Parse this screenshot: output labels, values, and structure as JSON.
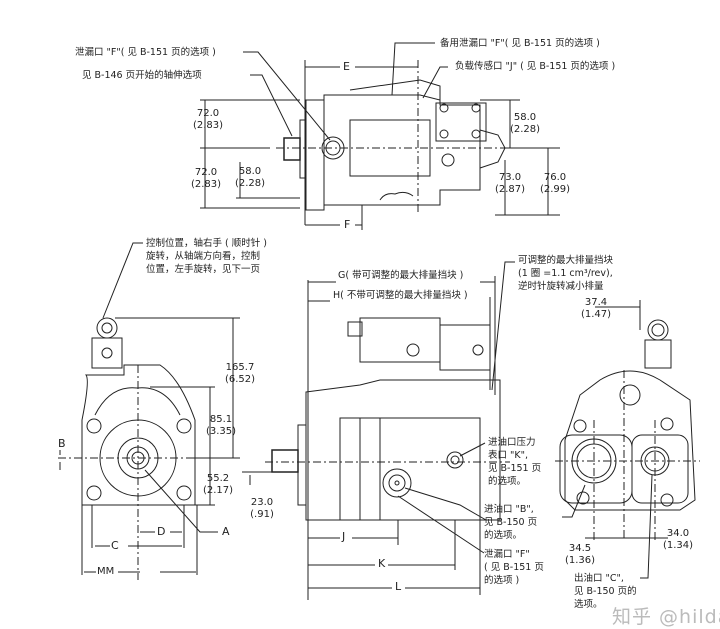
{
  "top_view": {
    "callout_drain_f": "泄漏口 \"F\"( 见 B-151 页的选项 )",
    "callout_shaft": "见 B-146 页开始的轴伸选项",
    "callout_alt_drain": "备用泄漏口 \"F\"( 见 B-151 页的选项 )",
    "callout_load_sense": "负载传感口 \"J\" ( 见 B-151 页的选项 )",
    "dim_E": "E",
    "dim_F": "F",
    "dim_upper_left": {
      "mm": "72.0",
      "in": "(2.83)"
    },
    "dim_lower_left": {
      "mm": "72.0",
      "in": "(2.83)"
    },
    "dim_left_inner": {
      "mm": "58.0",
      "in": "(2.28)"
    },
    "dim_right_upper": {
      "mm": "58.0",
      "in": "(2.28)"
    },
    "dim_right_73": {
      "mm": "73.0",
      "in": "(2.87)"
    },
    "dim_right_76": {
      "mm": "76.0",
      "in": "(2.99)"
    }
  },
  "front_view": {
    "callout_control": [
      "控制位置，轴右手 ( 顺时针 )",
      "旋转，从轴端方向看，控制",
      "位置，左手旋转，见下一页"
    ],
    "dim_165": {
      "mm": "165.7",
      "in": "(6.52)"
    },
    "dim_85": {
      "mm": "85.1",
      "in": "(3.35)"
    },
    "dim_55": {
      "mm": "55.2",
      "in": "(2.17)"
    },
    "label_B": "B",
    "label_A": "A",
    "label_C": "C",
    "label_D": "D",
    "label_MM": "MM"
  },
  "side_view": {
    "dim_G": "G( 带可调整的最大排量挡块 )",
    "dim_H": "H( 不带可调整的最大排量挡块 )",
    "callout_stop": [
      "可调整的最大排量挡块",
      "(1 圈 =1.1 cm³/rev),",
      "逆时针旋转减小排量"
    ],
    "dim_23": {
      "mm": "23.0",
      "in": "(.91)"
    },
    "dim_J": "J",
    "dim_K": "K",
    "dim_L": "L",
    "callout_k_port": [
      "进油口压力",
      "表口 \"K\",",
      "见 B-151 页",
      "的选项。"
    ],
    "callout_b_port": [
      "进油口 \"B\",",
      "见 B-150 页",
      "的选项。"
    ],
    "callout_f_drain": [
      "泄漏口 \"F\"",
      "( 见 B-151 页",
      "的选项 )"
    ]
  },
  "rear_view": {
    "dim_37": {
      "mm": "37.4",
      "in": "(1.47)"
    },
    "dim_34_5": {
      "mm": "34.5",
      "in": "(1.36)"
    },
    "dim_34_0": {
      "mm": "34.0",
      "in": "(1.34)"
    },
    "callout_c_port": [
      "出油口 \"C\",",
      "见 B-150 页的",
      "选项。"
    ]
  },
  "watermark": "知乎 @hilda"
}
